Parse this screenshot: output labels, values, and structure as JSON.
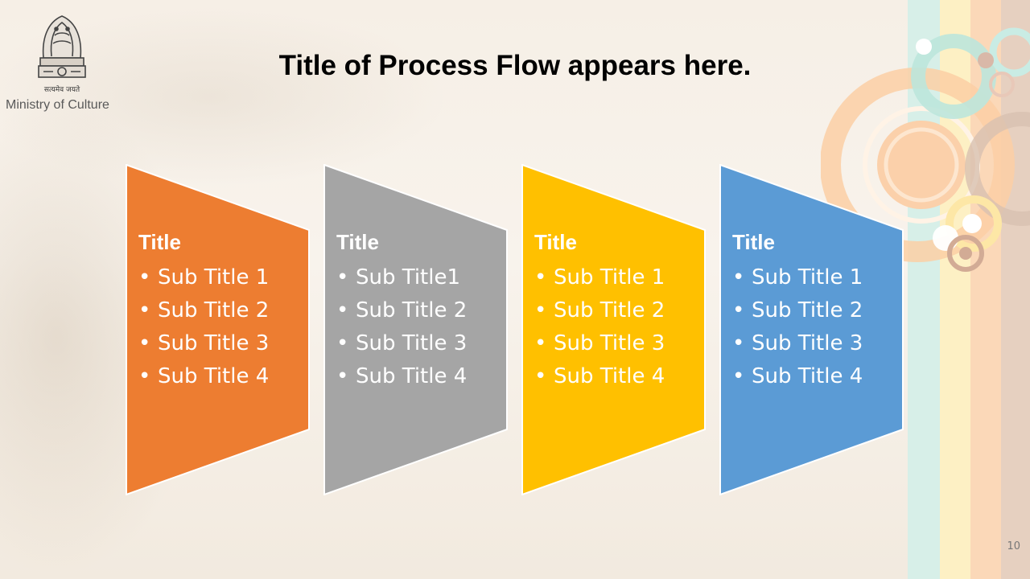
{
  "header": {
    "ministry": "Ministry of Culture",
    "motto": "सत्यमेव जयते",
    "title": "Title of Process Flow appears here."
  },
  "flow": [
    {
      "title": "Title",
      "color": "#ED7D31",
      "items": [
        "Sub Title 1",
        "Sub Title 2",
        "Sub Title 3",
        "Sub Title 4"
      ]
    },
    {
      "title": "Title",
      "color": "#A5A5A5",
      "items": [
        "Sub Title1",
        "Sub Title 2",
        "Sub Title 3",
        "Sub Title 4"
      ]
    },
    {
      "title": "Title",
      "color": "#FFC000",
      "items": [
        "Sub Title 1",
        "Sub Title 2",
        "Sub Title 3",
        "Sub Title 4"
      ]
    },
    {
      "title": "Title",
      "color": "#5B9BD5",
      "items": [
        "Sub Title 1",
        "Sub Title 2",
        "Sub Title 3",
        "Sub Title 4"
      ]
    }
  ],
  "decoration": {
    "stripe_colors": [
      "#d7efe8",
      "#fdf0c4",
      "#fbd8b8",
      "#e6d0c0"
    ]
  },
  "slide_number": "10"
}
